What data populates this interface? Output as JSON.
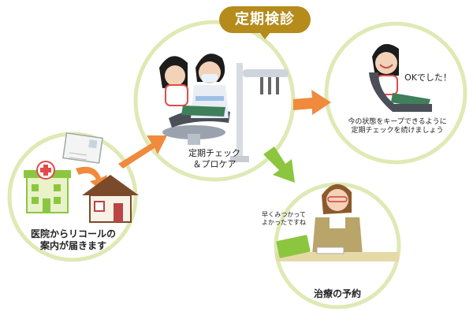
{
  "banner": {
    "label": "定期検診"
  },
  "steps": {
    "recall": {
      "label_line1": "医院からリコールの",
      "label_line2": "案内が届きます"
    },
    "checkup": {
      "label_line1": "定期チェック",
      "label_line2": "＆プロケア"
    },
    "ok": {
      "speech": "OKでした！",
      "note_line1": "今の状態をキープできるように",
      "note_line2": "定期チェックを続けましょう"
    },
    "treatment": {
      "speech_line1": "早くみつかって",
      "speech_line2": "よかったですね",
      "label": "治療の予約"
    }
  },
  "colors": {
    "circle_border": "#dfe9b4",
    "arrow": "#f08a3c",
    "arrow_green": "#8cc63f",
    "banner": "#b58b1c"
  }
}
